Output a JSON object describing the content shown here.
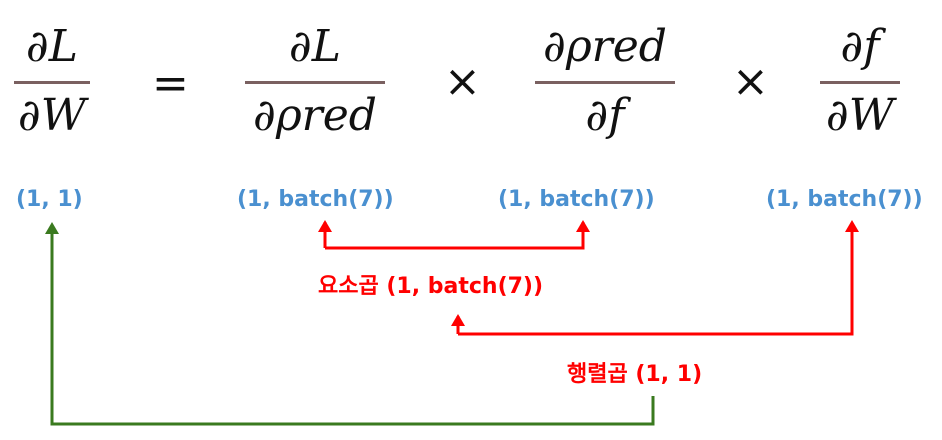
{
  "equation": {
    "lhs": {
      "numerator": "∂L",
      "denominator": "∂W"
    },
    "equals": "=",
    "term1": {
      "numerator": "∂L",
      "denominator": "∂ρred"
    },
    "times1": "×",
    "term2": {
      "numerator": "∂ρred",
      "denominator": "∂f"
    },
    "times2": "×",
    "term3": {
      "numerator": "∂f",
      "denominator": "∂W"
    }
  },
  "shapes": {
    "lhs": "(1, 1)",
    "term1": "(1, batch(7))",
    "term2": "(1, batch(7))",
    "term3": "(1, batch(7))"
  },
  "operations": {
    "elementwise": "요소곱 (1, batch(7))",
    "matmul": "행렬곱 (1, 1)"
  },
  "colors": {
    "shape_text": "#4a90d0",
    "operation_text": "#ff0000",
    "red_arrow": "#ff0000",
    "green_arrow": "#3a7a1f",
    "fraction_bar": "#7a6060"
  }
}
